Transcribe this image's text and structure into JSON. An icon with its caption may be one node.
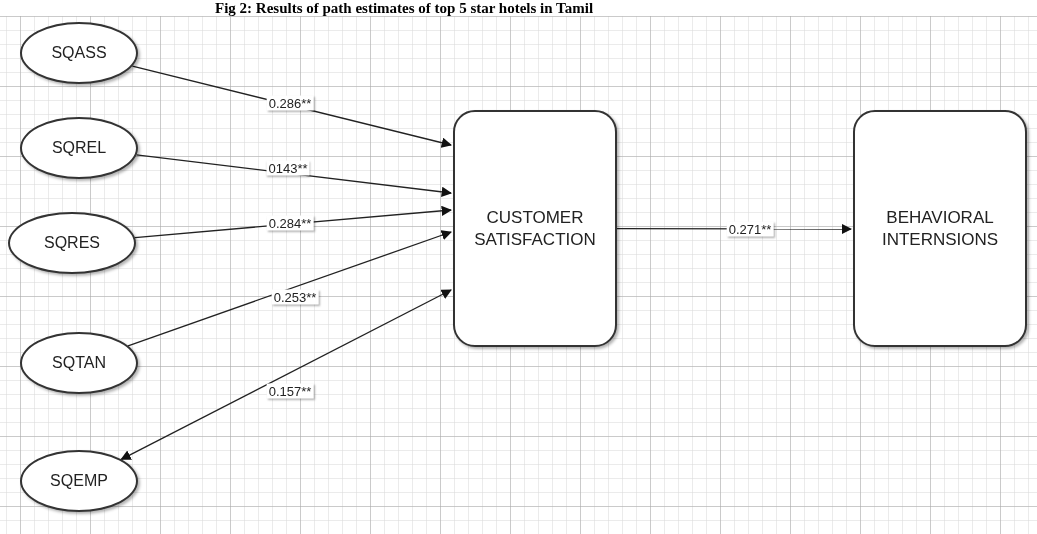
{
  "diagram": {
    "title": "Fig 2: Results of path estimates of top 5 star hotels in Tamil",
    "nodes": [
      {
        "text": [
          "SQASS"
        ]
      },
      {
        "text": [
          "SQREL"
        ]
      },
      {
        "text": [
          "SQRES"
        ]
      },
      {
        "text": [
          "SQTAN"
        ]
      },
      {
        "text": [
          "SQEMP"
        ]
      },
      {
        "text": [
          "CUSTOMER SATISFACTION"
        ]
      },
      {
        "text": [
          "BEHAVIORAL INTERNSIONS"
        ]
      }
    ],
    "edges": [
      {
        "from": 0,
        "to": 5,
        "arrow": "to",
        "label": "0.286**"
      },
      {
        "from": 1,
        "to": 5,
        "arrow": "to",
        "label": "0143**"
      },
      {
        "from": 2,
        "to": 5,
        "arrow": "to",
        "label": "0.284**"
      },
      {
        "from": 3,
        "to": 5,
        "arrow": "to",
        "label": "0.253**"
      },
      {
        "from": 4,
        "to": 5,
        "arrow": "both",
        "label": "0.157**"
      },
      {
        "from": 5,
        "to": 6,
        "arrow": "to",
        "label": "0.271**"
      }
    ]
  }
}
